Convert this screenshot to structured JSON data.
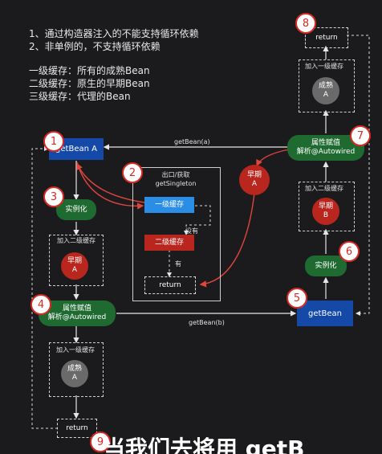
{
  "notes": {
    "line1": "1、通过构造器注入的不能支持循环依赖",
    "line2": "2、非单例的，不支持循环依赖",
    "line3": "一级缓存：所有的成熟Bean",
    "line4": "二级缓存：原生的早期Bean",
    "line5": "三级缓存：代理的Bean"
  },
  "left": {
    "getbean": "getBean A",
    "instantiate": "实例化",
    "add_l2": "加入二级缓存",
    "early": "早期\nA",
    "populate": "属性赋值\n解析@Autowired",
    "add_l1": "加入一级缓存",
    "mature": "成熟\nA",
    "return": "return"
  },
  "center": {
    "title": "出口/获取\ngetSingleton",
    "l1": "一级缓存",
    "none": "没有",
    "l2": "二级缓存",
    "has": "有",
    "return": "return",
    "early": "早期\nA"
  },
  "right": {
    "return": "return",
    "add_l1": "加入一级缓存",
    "mature": "成熟\nA",
    "populate": "属性赋值\n解析@Autowired",
    "add_l2": "加入二级缓存",
    "early": "早期\nB",
    "instantiate": "实例化",
    "getbean": "getBean"
  },
  "edges": {
    "get_a": "getBean(a)",
    "get_b": "getBean(b)"
  },
  "steps": [
    "1",
    "2",
    "3",
    "4",
    "5",
    "6",
    "7",
    "8",
    "9"
  ],
  "subtitle": "当我们去将用 getB",
  "colors": {
    "background": "#1b1b1d",
    "getbean_blue": "#1449a8",
    "cache_l1_blue": "#2a8ee6",
    "cache_l2_red": "#b8261e",
    "process_green": "#1f6a31",
    "step_badge_red": "#d62a23",
    "arrow_red": "#e0453b"
  }
}
